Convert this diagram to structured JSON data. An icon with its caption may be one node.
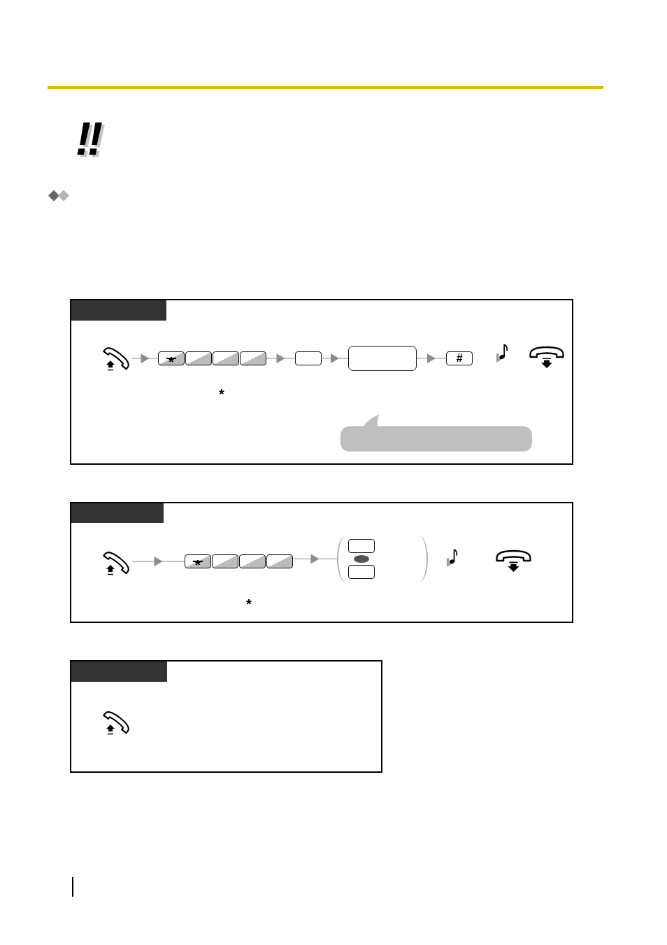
{
  "diagram": {
    "nodes": [
      {
        "text": [],
        "shape": "box"
      },
      {
        "text": [],
        "shape": "picture",
        "in": 0
      },
      {
        "text": [
          "*"
        ],
        "in": 0
      },
      {
        "text": [],
        "shape": "box",
        "in": 0
      },
      {
        "text": [],
        "shape": "box",
        "in": 0
      },
      {
        "text": [],
        "shape": "box",
        "in": 0
      },
      {
        "text": [],
        "shape": "box",
        "in": 0
      },
      {
        "text": [],
        "shape": "box",
        "in": 0
      },
      {
        "text": [
          "#"
        ],
        "in": 0
      },
      {
        "text": [],
        "shape": "bubble",
        "in": 0
      },
      {
        "text": [],
        "shape": "box"
      },
      {
        "text": [],
        "shape": "picture",
        "in": 10
      },
      {
        "text": [
          "*"
        ],
        "in": 10
      },
      {
        "text": [],
        "shape": "box",
        "in": 10
      },
      {
        "text": [],
        "shape": "box",
        "in": 10
      },
      {
        "text": [],
        "shape": "box",
        "in": 10
      },
      {
        "text": [],
        "shape": "brackets",
        "in": 10
      },
      {
        "text": [],
        "shape": "box",
        "in": 16
      },
      {
        "text": [],
        "shape": "box",
        "in": 16
      },
      {
        "text": [],
        "shape": "box"
      }
    ],
    "edges": [
      {
        "from": 1,
        "to": 2,
        "arrow": "to"
      },
      {
        "from": 5,
        "to": 6,
        "arrow": "to"
      },
      {
        "from": 6,
        "to": 7,
        "arrow": "to"
      },
      {
        "from": 7,
        "to": 8,
        "arrow": "to"
      },
      {
        "from": 11,
        "to": 12,
        "arrow": "to"
      },
      {
        "from": 15,
        "to": 16,
        "arrow": "to"
      }
    ],
    "labels": [
      "!!",
      "*",
      "*"
    ]
  }
}
